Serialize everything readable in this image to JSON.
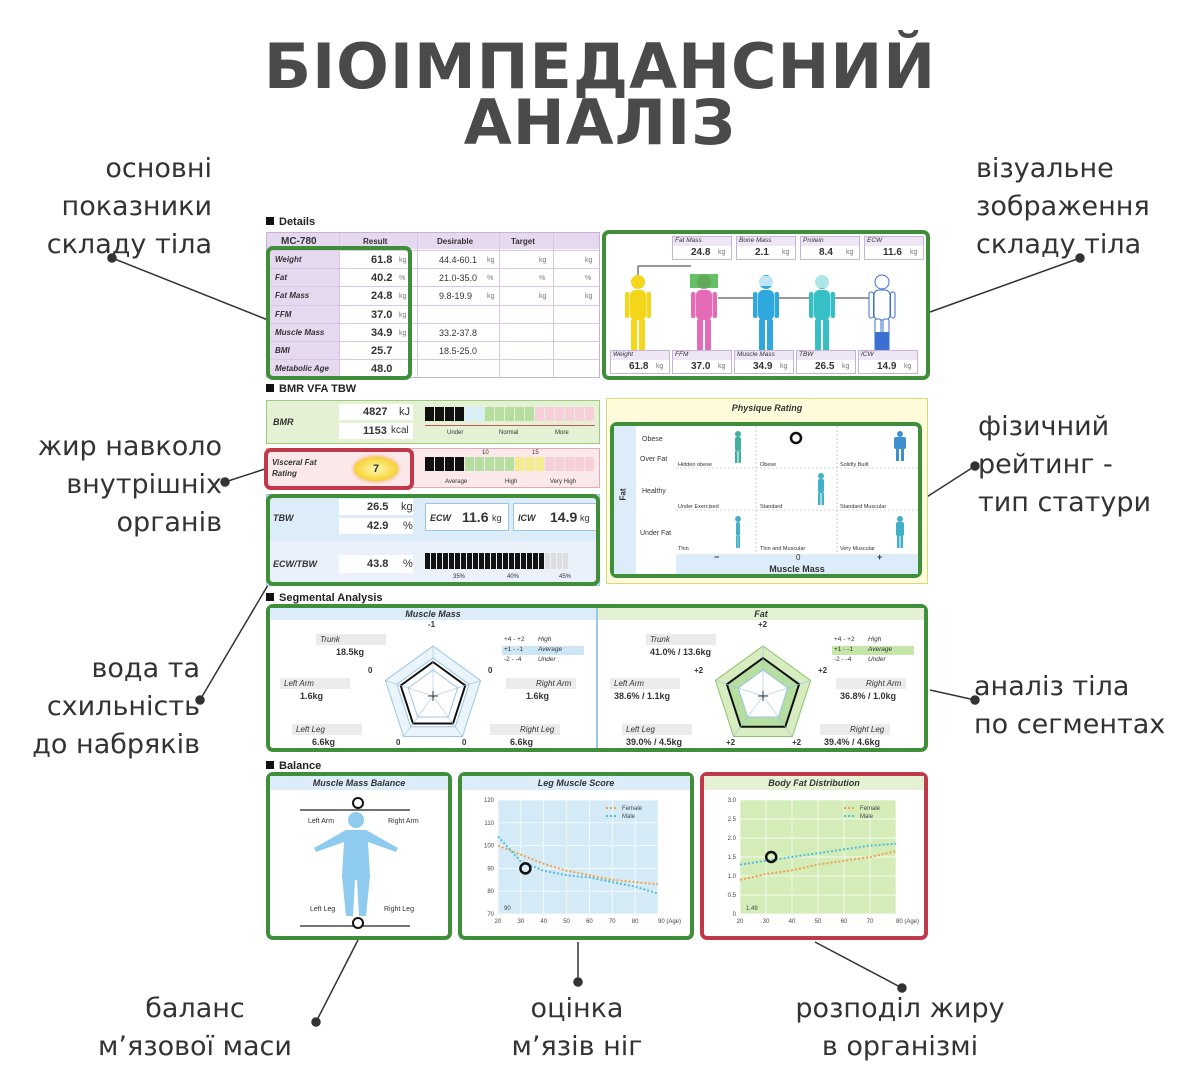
{
  "title": {
    "line1": "БІОІМПЕДАНСНИЙ",
    "line2": "АНАЛІЗ"
  },
  "captions": {
    "main": [
      "основні",
      "показники",
      "складу тіла"
    ],
    "visual": [
      "візуальне",
      "зображення",
      "складу тіла"
    ],
    "visceral": [
      "жир навколо",
      "внутрішніх",
      "органів"
    ],
    "physique": [
      "фізичний",
      "рейтинг -",
      "тип статури"
    ],
    "water": [
      "вода та",
      "схильність",
      "до набряків"
    ],
    "segment": [
      "аналіз тіла",
      "по сегментах"
    ],
    "muscle_balance": [
      "баланс",
      "м’язової маси"
    ],
    "leg_score": [
      "оцінка",
      "м’язів ніг"
    ],
    "fat_dist": [
      "розподіл жиру",
      "в організмі"
    ]
  },
  "sections": {
    "details": "Details",
    "bmr": "BMR VFA TBW",
    "segmental": "Segmental Analysis",
    "balance": "Balance"
  },
  "details": {
    "model": "MC-780",
    "col_result": "Result",
    "col_desirable": "Desirable",
    "col_target": "Target",
    "rows": [
      {
        "label": "Weight",
        "value": "61.8",
        "unit": "kg",
        "desirable": "44.4-60.1",
        "dunit": "kg",
        "t1": "kg",
        "t2": "kg"
      },
      {
        "label": "Fat",
        "value": "40.2",
        "unit": "%",
        "desirable": "21.0-35.0",
        "dunit": "%",
        "t1": "%",
        "t2": "%"
      },
      {
        "label": "Fat Mass",
        "value": "24.8",
        "unit": "kg",
        "desirable": "9.8-19.9",
        "dunit": "kg",
        "t1": "kg",
        "t2": "kg"
      },
      {
        "label": "FFM",
        "value": "37.0",
        "unit": "kg",
        "desirable": "",
        "dunit": "",
        "t1": "",
        "t2": ""
      },
      {
        "label": "Muscle Mass",
        "value": "34.9",
        "unit": "kg",
        "desirable": "33.2-37.8",
        "dunit": "",
        "t1": "",
        "t2": ""
      },
      {
        "label": "BMI",
        "value": "25.7",
        "unit": "",
        "desirable": "18.5-25.0",
        "dunit": "",
        "t1": "",
        "t2": ""
      },
      {
        "label": "Metabolic Age",
        "value": "48.0",
        "unit": "",
        "desirable": "",
        "dunit": "",
        "t1": "",
        "t2": ""
      }
    ]
  },
  "composition": {
    "top": [
      {
        "label": "Fat Mass",
        "value": "24.8",
        "unit": "kg"
      },
      {
        "label": "Bone Mass",
        "value": "2.1",
        "unit": "kg"
      },
      {
        "label": "Protein",
        "value": "8.4",
        "unit": "kg"
      },
      {
        "label": "ECW",
        "value": "11.6",
        "unit": "kg"
      }
    ],
    "bottom": [
      {
        "label": "Weight",
        "value": "61.8",
        "unit": "kg"
      },
      {
        "label": "FFM",
        "value": "37.0",
        "unit": "kg"
      },
      {
        "label": "Muscle Mass",
        "value": "34.9",
        "unit": "kg"
      },
      {
        "label": "TBW",
        "value": "26.5",
        "unit": "kg"
      },
      {
        "label": "ICW",
        "value": "14.9",
        "unit": "kg"
      }
    ]
  },
  "bmr": {
    "label": "BMR",
    "kj": "4827",
    "kj_unit": "kJ",
    "kcal": "1153",
    "kcal_unit": "kcal",
    "scale": [
      "Under",
      "Normal",
      "More"
    ]
  },
  "visceral": {
    "label1": "Visceral Fat",
    "label2": "Rating",
    "value": "7",
    "tick1": "10",
    "tick2": "15",
    "scale": [
      "Average",
      "High",
      "Very High"
    ]
  },
  "tbw": {
    "label": "TBW",
    "kg": "26.5",
    "kg_unit": "kg",
    "pct": "42.9",
    "pct_unit": "%",
    "ecw_label": "ECW",
    "ecw": "11.6",
    "ecw_unit": "kg",
    "icw_label": "ICW",
    "icw": "14.9",
    "icw_unit": "kg"
  },
  "ecwtbw": {
    "label": "ECW/TBW",
    "value": "43.8",
    "unit": "%",
    "ticks": [
      "35%",
      "40%",
      "45%"
    ]
  },
  "physique": {
    "title": "Physique Rating",
    "yaxis": "Fat",
    "xaxis": "Muscle Mass",
    "rows": [
      "Obese",
      "Over Fat",
      "Healthy",
      "Under Fat"
    ],
    "cells": [
      "Hidden obese",
      "Obese",
      "Solidly Built",
      "Under Exercised",
      "Standard",
      "Standard Muscular",
      "Thin",
      "Thin and Muscular",
      "Very Muscular"
    ],
    "minus": "−",
    "zero": "0",
    "plus": "+"
  },
  "segmental": {
    "muscle": {
      "title": "Muscle Mass",
      "trunk_label": "Trunk",
      "trunk": "18.5kg",
      "la_label": "Left Arm",
      "la": "1.6kg",
      "ra_label": "Right Arm",
      "ra": "1.6kg",
      "ll_label": "Left Leg",
      "ll": "6.6kg",
      "rl_label": "Right Leg",
      "rl": "6.6kg",
      "scores": {
        "top": "-1",
        "left": "0",
        "right": "0",
        "bl": "0",
        "br": "0"
      },
      "legend": [
        [
          "+4 - +2",
          "High"
        ],
        [
          "+1 - -1",
          "Average"
        ],
        [
          "-2 - -4",
          "Under"
        ]
      ]
    },
    "fat": {
      "title": "Fat",
      "trunk_label": "Trunk",
      "trunk": "41.0% / 13.6kg",
      "la_label": "Left Arm",
      "la": "38.6% / 1.1kg",
      "ra_label": "Right Arm",
      "ra": "36.8% / 1.0kg",
      "ll_label": "Left Leg",
      "ll": "39.0% / 4.5kg",
      "rl_label": "Right Leg",
      "rl": "39.4% / 4.6kg",
      "scores": {
        "top": "+2",
        "left": "+2",
        "right": "+2",
        "bl": "+2",
        "br": "+2"
      },
      "legend": [
        [
          "+4 - +2",
          "High"
        ],
        [
          "+1 - -1",
          "Average"
        ],
        [
          "-2 - -4",
          "Under"
        ]
      ]
    }
  },
  "balance": {
    "mm_title": "Muscle Mass Balance",
    "left_arm": "Left Arm",
    "right_arm": "Right Arm",
    "left_leg": "Left Leg",
    "right_leg": "Right Leg",
    "leg_title": "Leg Muscle Score",
    "leg_value": "90",
    "leg_female": "Female",
    "leg_male": "Male",
    "fat_title": "Body Fat Distribution",
    "fat_value": "1.49",
    "fat_female": "Female",
    "fat_male": "Male"
  },
  "chart_data": [
    {
      "type": "line",
      "title": "Leg Muscle Score",
      "x": [
        20,
        30,
        40,
        50,
        60,
        70,
        80,
        90
      ],
      "xlabel": "(Age)",
      "ylim": [
        70,
        120
      ],
      "yticks": [
        70,
        80,
        90,
        100,
        110,
        120
      ],
      "xticks": [
        "20",
        "30",
        "40",
        "50",
        "60",
        "70",
        "80",
        "90 (Age)"
      ],
      "series": [
        {
          "name": "Female",
          "values": [
            100,
            96,
            92,
            89,
            87,
            85,
            84,
            83
          ]
        },
        {
          "name": "Male",
          "values": [
            104,
            93,
            89,
            87,
            86,
            84,
            82,
            79
          ]
        }
      ],
      "marker": {
        "x": 32,
        "y": 90,
        "label": "90"
      }
    },
    {
      "type": "line",
      "title": "Body Fat Distribution",
      "x": [
        20,
        30,
        40,
        50,
        60,
        70,
        80
      ],
      "xlabel": "(Age)",
      "ylim": [
        0,
        3
      ],
      "yticks": [
        0,
        0.5,
        1.0,
        1.5,
        2.0,
        2.5,
        3.0
      ],
      "yticklabels": [
        "0",
        "0.5",
        "1.0",
        "1.5",
        "2.0",
        "2.5",
        "3.0"
      ],
      "xticks": [
        "20",
        "30",
        "40",
        "50",
        "60",
        "70",
        "80 (Age)"
      ],
      "series": [
        {
          "name": "Female",
          "values": [
            0.9,
            1.05,
            1.15,
            1.3,
            1.4,
            1.5,
            1.65
          ]
        },
        {
          "name": "Male",
          "values": [
            1.3,
            1.4,
            1.5,
            1.6,
            1.7,
            1.8,
            1.85
          ]
        }
      ],
      "marker": {
        "x": 32,
        "y": 1.5,
        "label": "1.49"
      }
    }
  ],
  "colors": {
    "green": "#3f8f3a",
    "red": "#c0394b",
    "purple_bg": "#e6d8ef",
    "blue_bg": "#dcecf8",
    "yellow_bg": "#fdfbd9",
    "green_bg": "#e4f1d4",
    "female": "#f0a24e",
    "male": "#4fbfd8"
  }
}
